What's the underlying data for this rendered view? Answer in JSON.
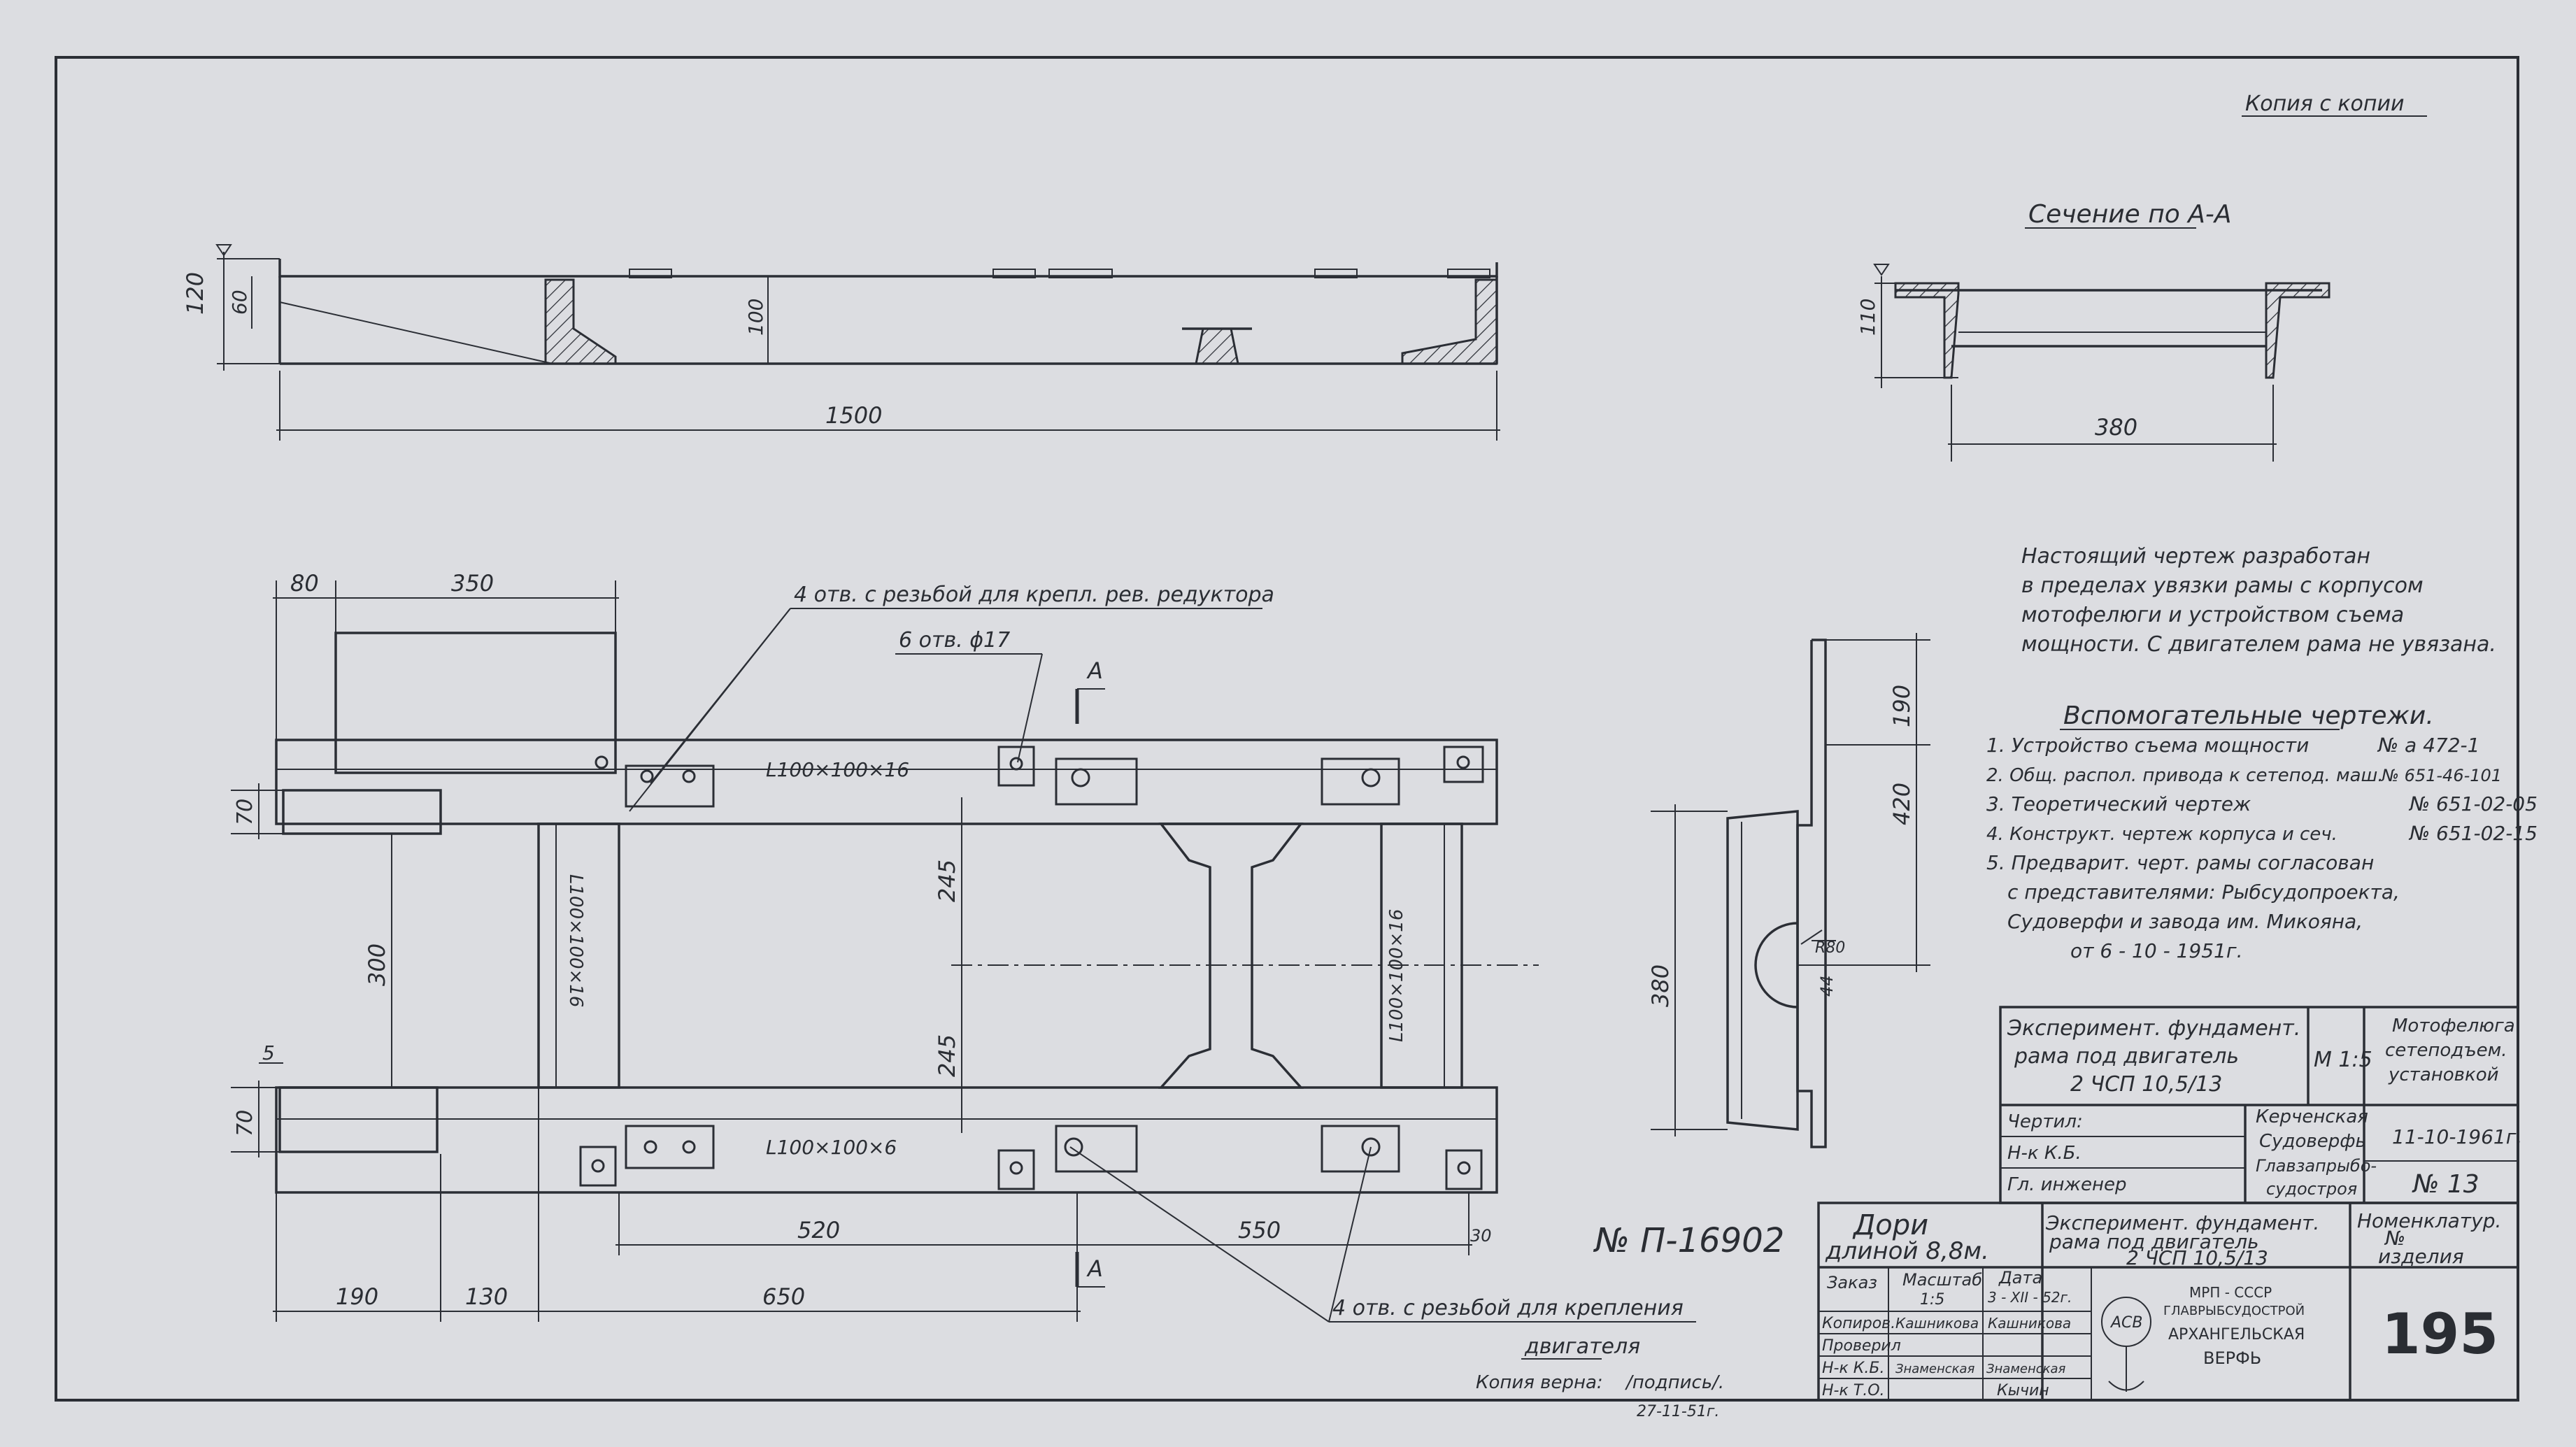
{
  "header": {
    "copy_note": "Копия с копии"
  },
  "section_title": "Сечение по А-А",
  "note": [
    "Настоящий чертеж разработан",
    "в пределах увязки рамы с корпусом",
    "мотофелюги и устройством съема",
    "мощности. С двигателем рама не увязана."
  ],
  "aux": {
    "title": "Вспомогательные чертежи.",
    "items": [
      {
        "text": "1. Устройство съема мощности",
        "ref": "№ а 472-1"
      },
      {
        "text": "2. Общ. распол. привода к сетепод. маш.",
        "ref": "№ 651-46-101"
      },
      {
        "text": "3. Теоретический чертеж",
        "ref": "№ 651-02-05"
      },
      {
        "text": "4. Конструкт. чертеж корпуса и сеч.",
        "ref": "№ 651-02-15"
      },
      {
        "text": "5. Предварит. черт. рамы согласован",
        "ref": ""
      },
      {
        "text": "с представителями: Рыбсудопроекта,",
        "ref": ""
      },
      {
        "text": "Судоверфи и завода им. Микояна,",
        "ref": ""
      },
      {
        "text": "от 6 - 10 - 1951г.",
        "ref": ""
      }
    ]
  },
  "dims": {
    "top": {
      "d120": "120",
      "d60": "60",
      "d100": "100",
      "d1500": "1500"
    },
    "section": {
      "d110": "110",
      "d380": "380"
    },
    "plan": {
      "d80": "80",
      "d350": "350",
      "d70a": "70",
      "d300": "300",
      "d5": "5",
      "d70b": "70",
      "d245a": "245",
      "d245b": "245",
      "d520": "520",
      "d550": "550",
      "d30": "30",
      "d190": "190",
      "d130": "130",
      "d650": "650",
      "angle1": "L100×100×16",
      "angle2": "L100×100×6",
      "angle3": "L100×100×16",
      "angle4": "L100×100×16",
      "sec_a1": "А",
      "sec_a2": "А"
    },
    "side": {
      "d190": "190",
      "d420": "420",
      "d380": "380",
      "r80": "R80",
      "d44": "44"
    }
  },
  "callouts": {
    "holes_reducer": "4 отв. с резьбой для крепл. рев. редуктора",
    "holes_17": "6 отв. ϕ17",
    "holes_engine_1": "4 отв. с резьбой для крепления",
    "holes_engine_2": "двигателя"
  },
  "drawing_number": "№ П-16902",
  "stamp_upper": {
    "title": [
      "Эксперимент. фундамент.",
      "рама под двигатель",
      "2 ЧСП 10,5/13"
    ],
    "scale": "М 1:5",
    "product": [
      "Мотофелюга",
      "сетеподъем.",
      "установкой"
    ],
    "drew": "Чертил:",
    "nk": "Н-к К.Б.",
    "chief": "Гл. инженер",
    "org": [
      "Керченская",
      "Судоверфь",
      "Главзапрыбо-",
      "судостроя"
    ],
    "date": "11-10-1961г.",
    "sheet": "№ 13"
  },
  "stamp_lower": {
    "product": [
      "Дори",
      "длиной 8,8м."
    ],
    "title": [
      "Эксперимент. фундамент.",
      "рама под двигатель",
      "2 ЧСП 10,5/13"
    ],
    "nomenclature": [
      "Номенклатур.",
      "№",
      "изделия"
    ],
    "rows": [
      {
        "label": "Заказ",
        "value": "Масштаб",
        "value2": "1:5",
        "date_label": "Дата",
        "date": "3 - XII - 52г."
      },
      {
        "label": "Копиров.",
        "value": "Кашникова",
        "name": "Кашникова"
      },
      {
        "label": "Проверил",
        "value": "",
        "name": ""
      },
      {
        "label": "Н-к К.Б.",
        "value": "Знаменская",
        "name": "Знаменская"
      },
      {
        "label": "Н-к Т.О.",
        "value": "",
        "name": "Кычин"
      }
    ],
    "ministry": [
      "МРП - СССР",
      "ГЛАВРЫБСУДОСТРОЙ",
      "АРХАНГЕЛЬСКАЯ",
      "ВЕРФЬ"
    ],
    "logo": "АСВ",
    "number": "195"
  },
  "certify": {
    "text": "Копия верна:",
    "sign": "/подпись/.",
    "date": "27-11-51г."
  }
}
